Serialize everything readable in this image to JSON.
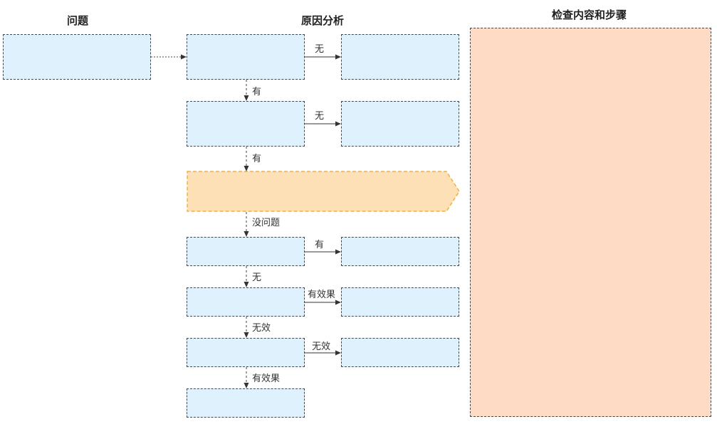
{
  "headers": {
    "problem": "问题",
    "cause_analysis": "原因分析",
    "check_steps": "检查内容和步骤"
  },
  "labels": {
    "no_1": "无",
    "yes_1": "有",
    "no_2": "无",
    "yes_2": "有",
    "no_problem": "没问题",
    "yes_3": "有",
    "no_3": "无",
    "effective_1": "有效果",
    "ineffective_1": "无效",
    "ineffective_2": "无效",
    "effective_2": "有效果"
  },
  "colors": {
    "box_fill": "#dff1fc",
    "arrow_fill": "#fde0b5",
    "arrow_stroke": "#f0b040",
    "panel_fill": "#fddbc4",
    "border": "#3d4a58"
  }
}
